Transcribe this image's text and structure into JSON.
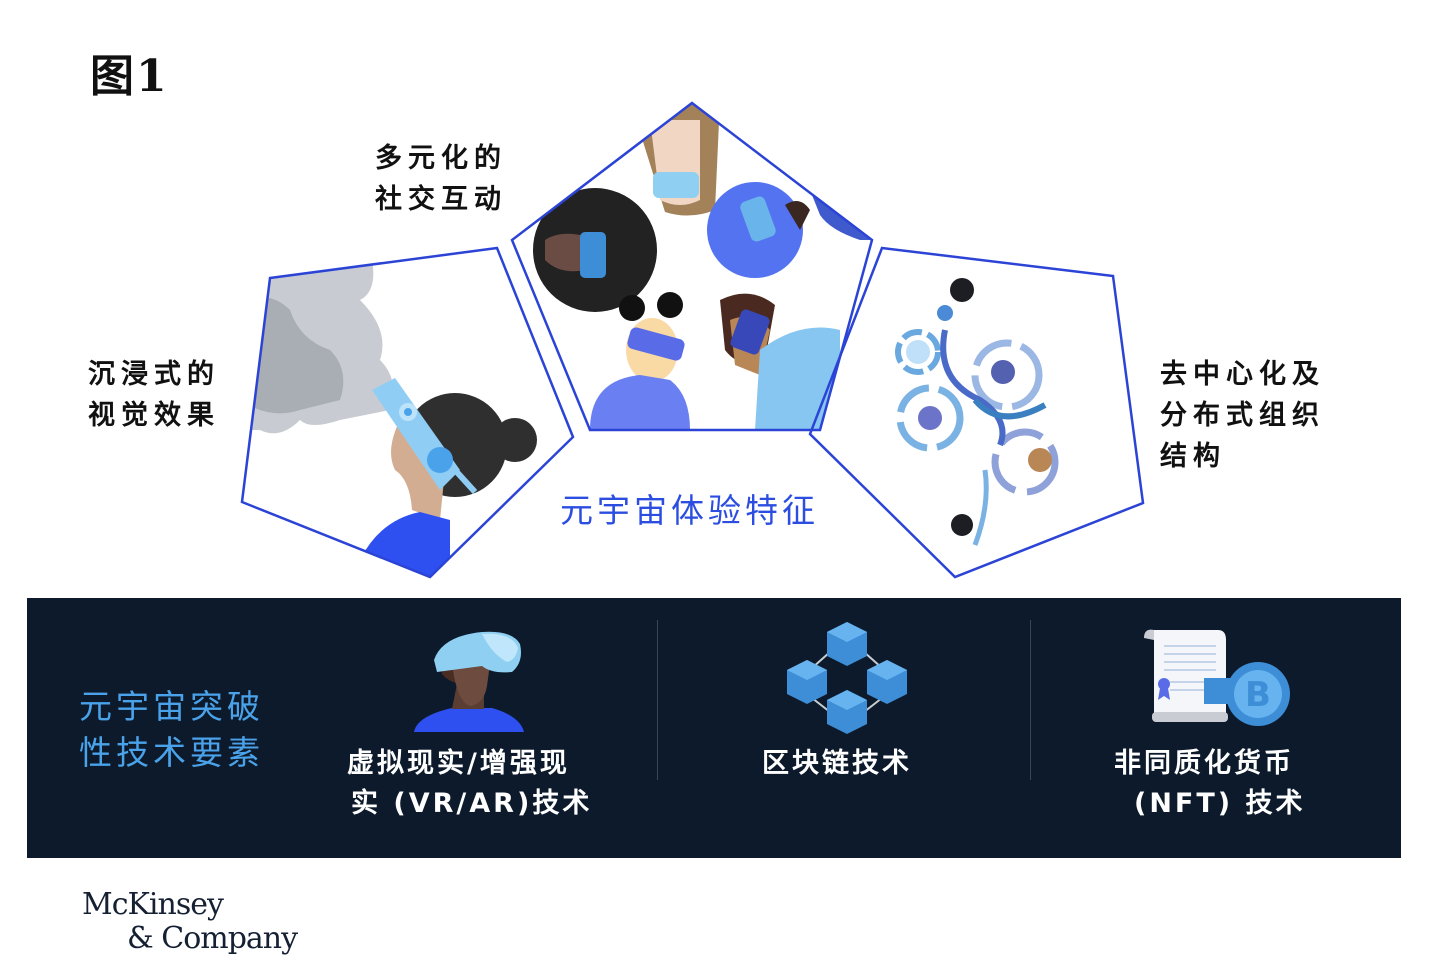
{
  "figure": {
    "title": "图1"
  },
  "experience": {
    "title": "元宇宙体验特征",
    "features": [
      {
        "id": "immersive",
        "label_lines": [
          "沉浸式的",
          "视觉效果"
        ],
        "illustration": "woman-vr-headset-smoke"
      },
      {
        "id": "social",
        "label_lines": [
          "多元化的",
          "社交互动"
        ],
        "illustration": "group-people-vr-headsets-top-view"
      },
      {
        "id": "decentralized",
        "label_lines": [
          "去中心化及",
          "分布式组织",
          "结构"
        ],
        "illustration": "people-workflow-arrows-top-view"
      }
    ]
  },
  "technology": {
    "heading_lines": [
      "元宇宙突破",
      "性技术要素"
    ],
    "items": [
      {
        "id": "vr-ar",
        "label_lines": [
          "虚拟现实/增强现",
          "实 (VR/AR)技术"
        ],
        "icon": "vr-headset-person-icon"
      },
      {
        "id": "blockchain",
        "label_lines": [
          "区块链技术"
        ],
        "icon": "blockchain-cubes-icon"
      },
      {
        "id": "nft",
        "label_lines": [
          "非同质化货币",
          "(NFT) 技术"
        ],
        "icon": "certificate-bitcoin-icon"
      }
    ]
  },
  "branding": {
    "logo_line1": "McKinsey",
    "logo_line2": "& Company"
  },
  "colors": {
    "pentagon_stroke": "#2b44d6",
    "accent_blue": "#2b4ee0",
    "band_bg": "#0c1a2b",
    "band_heading": "#4aa3ea",
    "band_text": "#ffffff"
  }
}
